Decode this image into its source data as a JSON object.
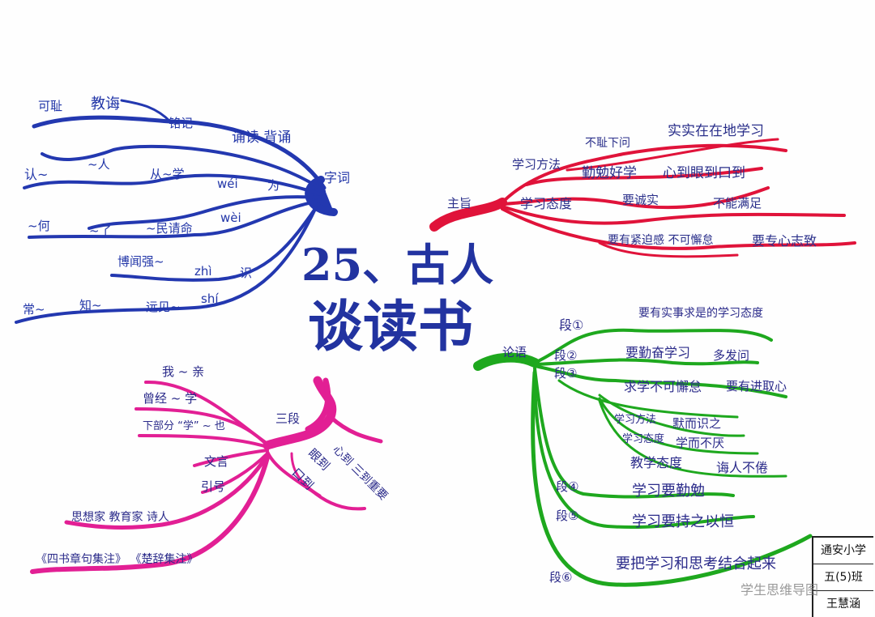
{
  "title": {
    "line1": "25、古人",
    "line2": "谈读书"
  },
  "blue": {
    "root": "字词",
    "labels": [
      "可耻",
      "教诲",
      "铭记",
      "诵读 背诵",
      "认~",
      "~人",
      "从~学",
      "wéi",
      "为",
      "~何",
      "~了",
      "~民请命",
      "wèi",
      "博闻强~",
      "zhì",
      "识",
      "常~",
      "知~",
      "远见~",
      "shí"
    ]
  },
  "red": {
    "root": "主旨",
    "labels": [
      "学习方法",
      "不耻下问",
      "实实在在地学习",
      "勤勉好学",
      "心到眼到口到",
      "学习态度",
      "要诚实",
      "不能满足",
      "要有紧迫感 不可懈怠",
      "要专心志致"
    ]
  },
  "pink": {
    "root": "三段",
    "labels": [
      "我 ~ 亲",
      "曾经 ~ 学",
      "下部分 “学” ~ 也",
      "文言",
      "引号",
      "心到 三到重要",
      "眼到",
      "口到",
      "思想家 教育家 诗人",
      "《四书章句集注》 《楚辞集注》"
    ]
  },
  "green": {
    "root": "论语",
    "labels": [
      "段①",
      "要有实事求是的学习态度",
      "段②",
      "要勤奋学习",
      "多发问",
      "段③",
      "求学不可懈怠",
      "要有进取心",
      "学习方法",
      "默而识之",
      "学习态度",
      "学而不厌",
      "教学态度",
      "诲人不倦",
      "段④",
      "学习要勤勉",
      "段⑤",
      "学习要持之以恒",
      "段⑥",
      "要把学习和思考结合起来"
    ]
  },
  "stamp": {
    "school": "通安小学",
    "class": "五(5)班",
    "name": "王慧涵"
  },
  "watermark": "学生思维导图"
}
